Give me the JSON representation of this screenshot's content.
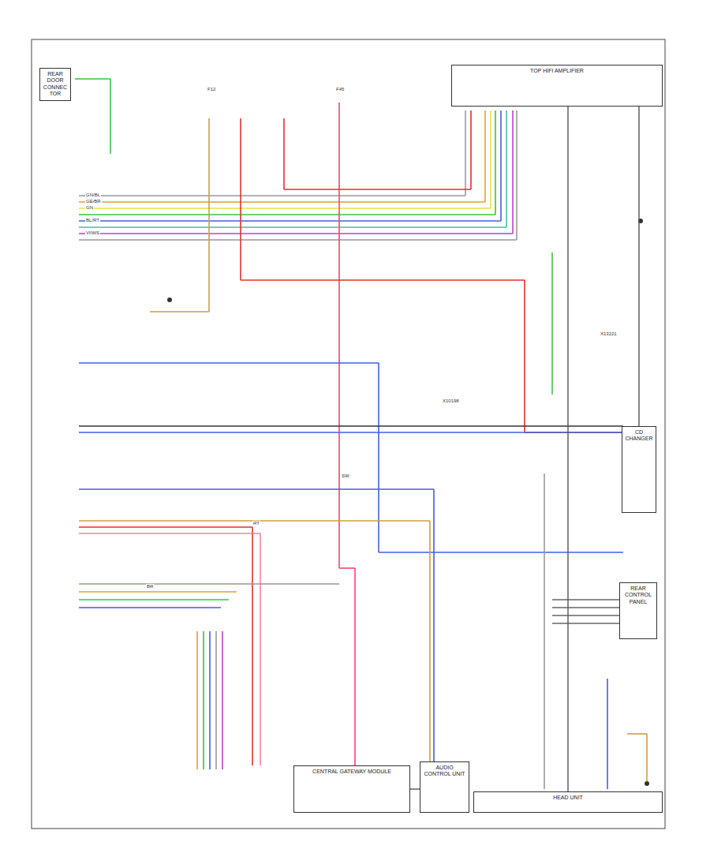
{
  "diagram": {
    "nodes": [
      {
        "text": [
          "TOP HIFI AMPLIFIER"
        ]
      },
      {
        "text": [
          "CD CHANGER"
        ]
      },
      {
        "text": [
          "CENTRAL GATEWAY MODULE"
        ]
      },
      {
        "text": [
          "AUDIO CONTROL UNIT"
        ]
      },
      {
        "text": [
          "HEAD UNIT"
        ]
      },
      {
        "text": [
          "REAR CONTROL PANEL"
        ]
      },
      {
        "text": [
          "REAR DOOR CONNECTOR"
        ]
      }
    ],
    "edges": [
      {
        "from": 0,
        "to": 1,
        "arrow": "none"
      },
      {
        "from": 0,
        "to": 4,
        "arrow": "none"
      },
      {
        "from": 2,
        "to": 3,
        "arrow": "none"
      }
    ],
    "labels": [
      "GN/BL",
      "GE/BR",
      "GN",
      "BL/RT",
      "VI/WS",
      "RT",
      "SW",
      "BR",
      "X13221",
      "X10198",
      "F12",
      "F45"
    ]
  }
}
